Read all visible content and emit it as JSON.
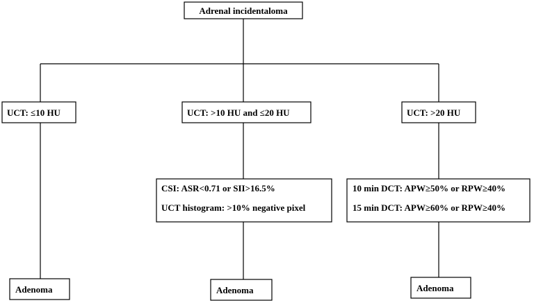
{
  "diagram": {
    "root": {
      "label": "Adrenal incidentaloma"
    },
    "branch_left": {
      "criterion": "UCT: ≤10 HU",
      "outcome": "Adenoma"
    },
    "branch_middle": {
      "criterion": "UCT: >10 HU and ≤20 HU",
      "test_line_1": "CSI: ASR<0.71 or SII>16.5%",
      "test_line_2": "UCT histogram: >10% negative pixel",
      "outcome": "Adenoma"
    },
    "branch_right": {
      "criterion": "UCT: >20 HU",
      "test_line_1": "10 min DCT: APW≥50% or RPW≥40%",
      "test_line_2": "15 min DCT: APW≥60% or RPW≥40%",
      "outcome": "Adenoma"
    }
  },
  "colors": {
    "line": "#000000",
    "box_fill": "#ffffff",
    "text": "#000000"
  }
}
